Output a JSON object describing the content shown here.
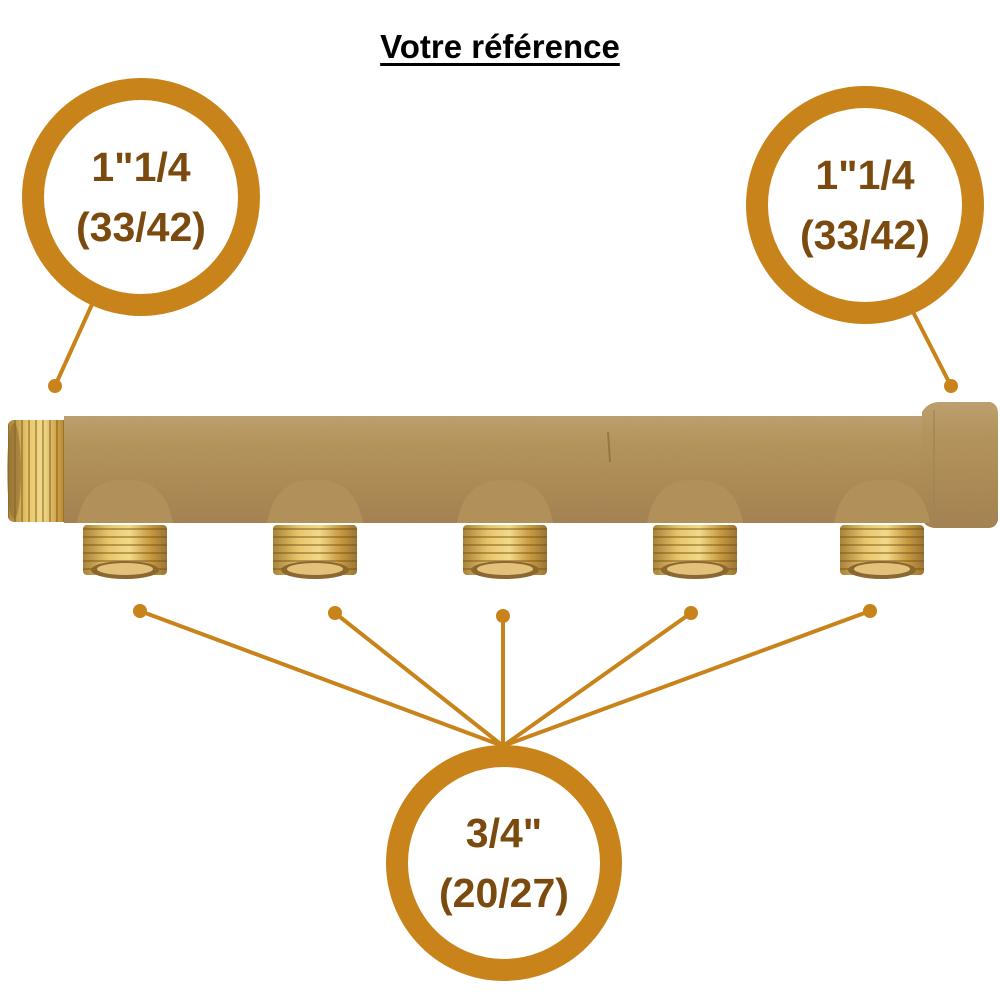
{
  "title": "Votre référence",
  "colors": {
    "ring": "#c8841a",
    "text": "#7a4a0e",
    "brass_body": "#b49460",
    "brass_thread": "#d8b050"
  },
  "callouts": {
    "inlet_left": {
      "size": "1\"1/4",
      "metric": "(33/42)"
    },
    "inlet_right": {
      "size": "1\"1/4",
      "metric": "(33/42)"
    },
    "outlets": {
      "size": "3/4\"",
      "metric": "(20/27)",
      "count": 5
    }
  },
  "image": {
    "subject": "brass-manifold-5-outlets",
    "icon": "manifold-icon"
  }
}
